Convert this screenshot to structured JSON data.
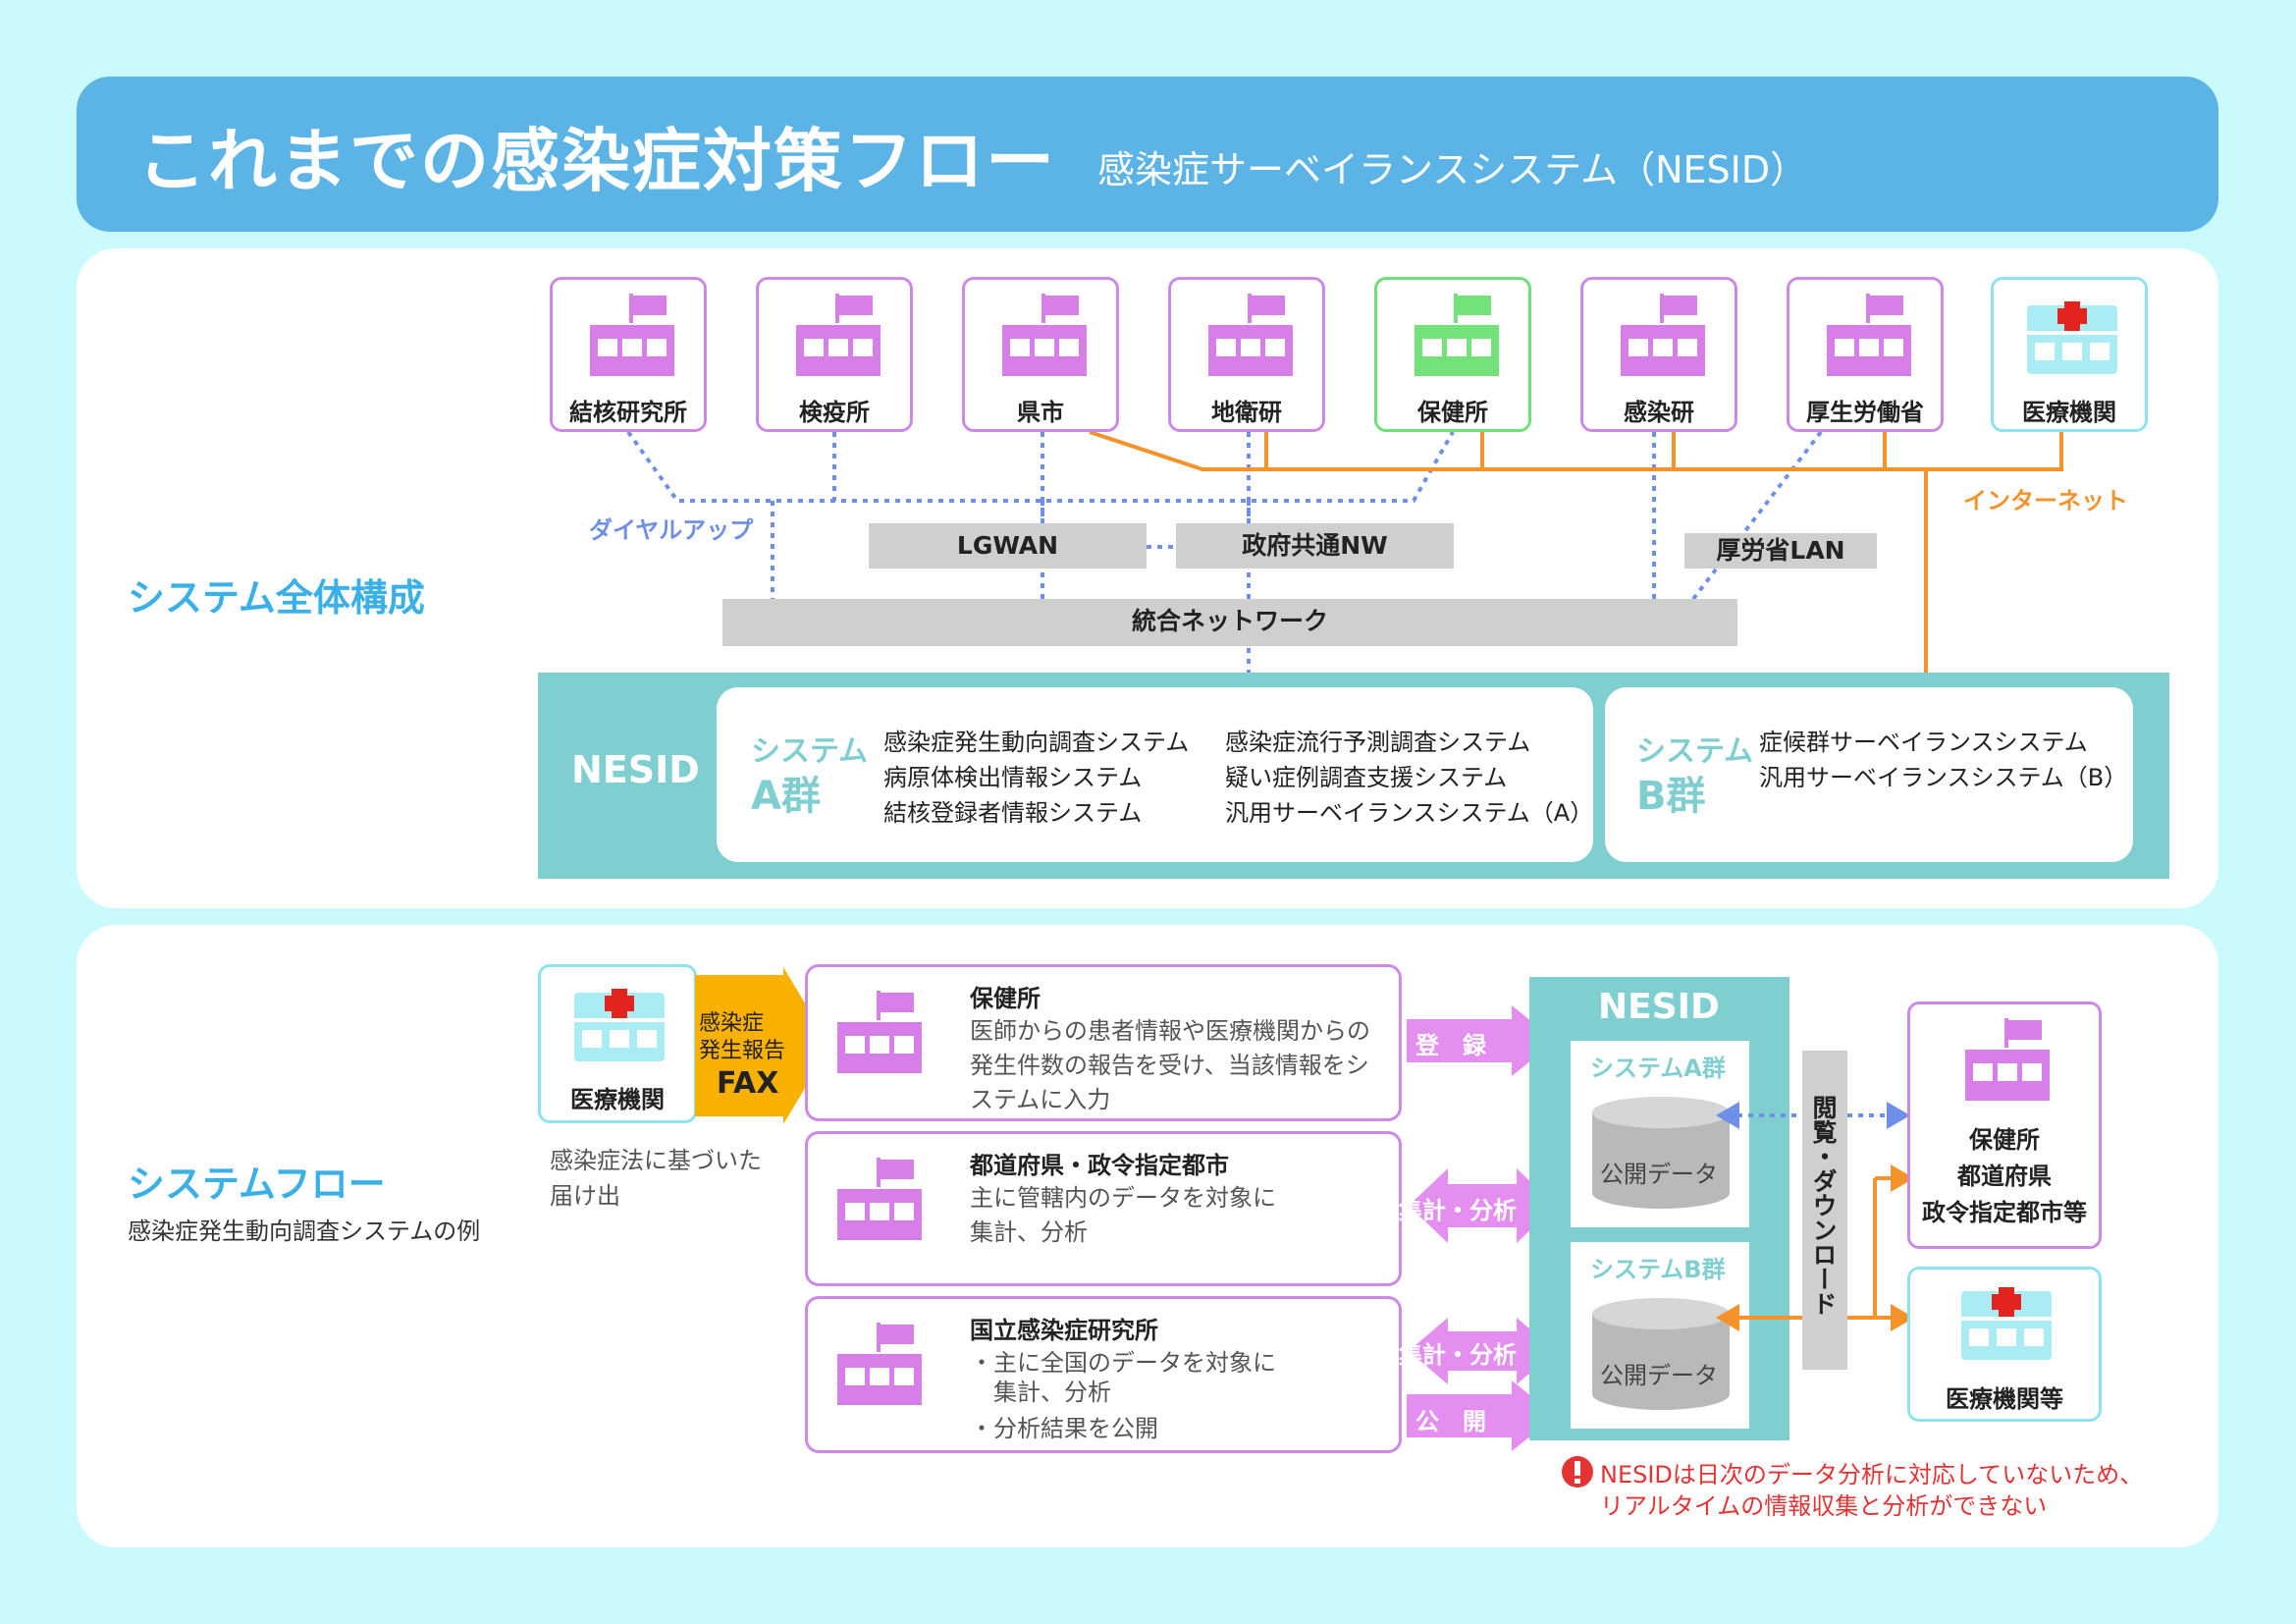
{
  "header": {
    "title": "これまでの感染症対策フロー",
    "subtitle": "感染症サーベイランスシステム（NESID）"
  },
  "colors": {
    "background": "#cbfafd",
    "header": "#5bb4e5",
    "accent_teal": "#7fcfd0",
    "accent_pink": "#cc8ae6",
    "accent_orange": "#f5922a",
    "accent_blue_dotted": "#6f8fe8",
    "fax_yellow": "#f8b100",
    "warning": "#e53232"
  },
  "section1": {
    "label": "システム全体構成",
    "facilities": [
      {
        "label": "結核研究所",
        "icon": "building-icon"
      },
      {
        "label": "検疫所",
        "icon": "building-icon"
      },
      {
        "label": "県市",
        "icon": "building-icon"
      },
      {
        "label": "地衛研",
        "icon": "building-icon"
      },
      {
        "label": "保健所",
        "icon": "building-icon-green"
      },
      {
        "label": "感染研",
        "icon": "building-icon"
      },
      {
        "label": "厚生労働省",
        "icon": "building-icon"
      },
      {
        "label": "医療機関",
        "icon": "hospital-icon"
      }
    ],
    "networks": {
      "dialup": "ダイヤルアップ",
      "lgwan": "LGWAN",
      "gov_nw": "政府共通NW",
      "mhlw_lan": "厚労省LAN",
      "integrated": "統合ネットワーク",
      "internet": "インターネット"
    },
    "nesid": {
      "label": "NESID",
      "group_a": {
        "label_line1": "システム",
        "label_line2": "A群",
        "systems_col1": [
          "感染症発生動向調査システム",
          "病原体検出情報システム",
          "結核登録者情報システム"
        ],
        "systems_col2": [
          "感染症流行予測調査システム",
          "疑い症例調査支援システム",
          "汎用サーベイランスシステム（A）"
        ]
      },
      "group_b": {
        "label_line1": "システム",
        "label_line2": "B群",
        "systems": [
          "症候群サーベイランスシステム",
          "汎用サーベイランスシステム（B）"
        ]
      }
    }
  },
  "section2": {
    "label": "システムフロー",
    "sublabel": "感染症発生動向調査システムの例",
    "source": {
      "label": "医療機関",
      "note_line1": "感染症法に基づいた",
      "note_line2": "届け出"
    },
    "fax": {
      "line1": "感染症",
      "line2": "発生報告",
      "line3": "FAX"
    },
    "flows": [
      {
        "title": "保健所",
        "desc": [
          "医師からの患者情報や医療機関からの",
          "発生件数の報告を受け、当該情報をシ",
          "ステムに入力"
        ],
        "arrows": [
          "登　録"
        ]
      },
      {
        "title": "都道府県・政令指定都市",
        "desc": [
          "主に管轄内のデータを対象に",
          "集計、分析"
        ],
        "arrows": [
          "集計・分析"
        ]
      },
      {
        "title": "国立感染症研究所",
        "desc": [
          "・主に全国のデータを対象に",
          "　集計、分析",
          "・分析結果を公開"
        ],
        "arrows": [
          "集計・分析",
          "公　開"
        ]
      }
    ],
    "nesid": {
      "label": "NESID",
      "db_a_title": "システムA群",
      "db_b_title": "システムB群",
      "db_label": "公開データ"
    },
    "download": "閲覧・ダウンロード",
    "targets": [
      {
        "lines": [
          "保健所",
          "都道府県",
          "政令指定都市等"
        ]
      },
      {
        "lines": [
          "医療機関等"
        ]
      }
    ],
    "warning": {
      "icon": "exclamation-icon",
      "line1": "NESIDは日次のデータ分析に対応していないため、",
      "line2": "リアルタイムの情報収集と分析ができない"
    }
  }
}
